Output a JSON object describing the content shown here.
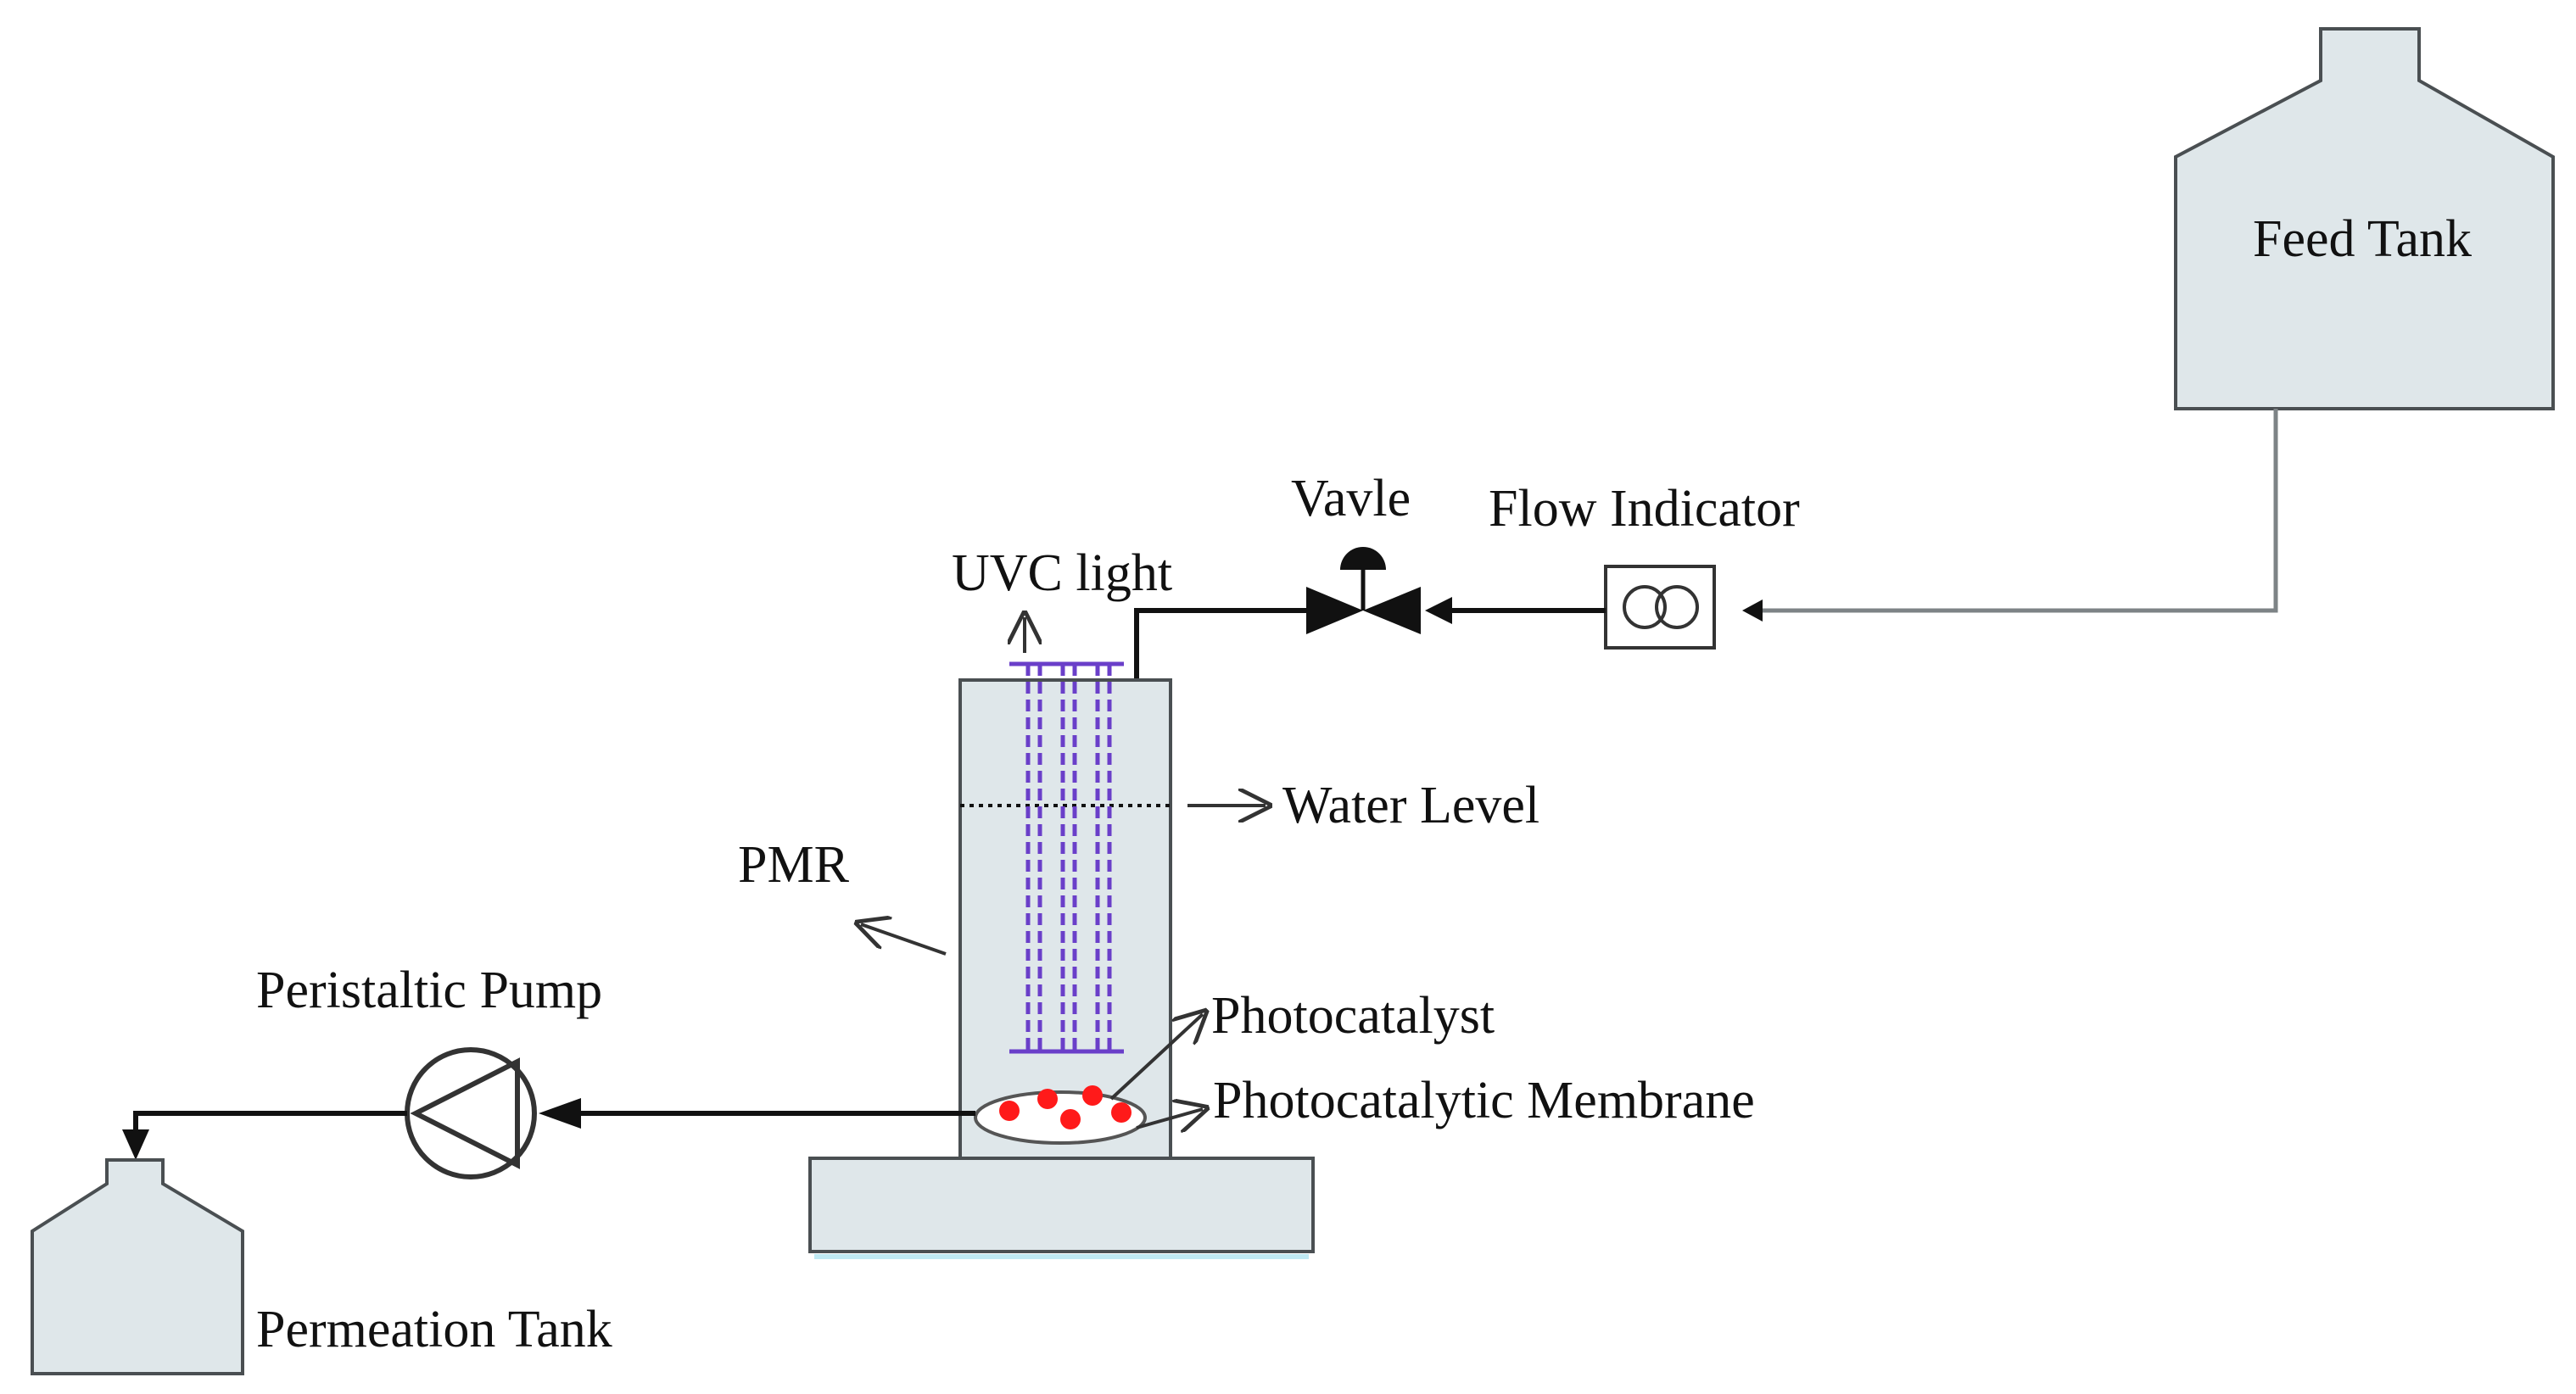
{
  "labels": {
    "feed_tank": "Feed Tank",
    "flow_indicator": "Flow Indicator",
    "valve": "Vavle",
    "uvc_light": "UVC light",
    "water_level": "Water Level",
    "pmr": "PMR",
    "peristaltic_pump": "Peristaltic Pump",
    "photocatalyst": "Photocatalyst",
    "photocatalytic_membrane": "Photocatalytic Membrane",
    "permeation_tank": "Permeation Tank"
  },
  "colors": {
    "tank_fill": "#dfe7ea",
    "outline": "#4a4f52",
    "pipe": "#111111",
    "uvc_lamp": "#6a3fc9",
    "catalyst_particle": "#ff1a1a",
    "feed_line": "#7d8386"
  }
}
